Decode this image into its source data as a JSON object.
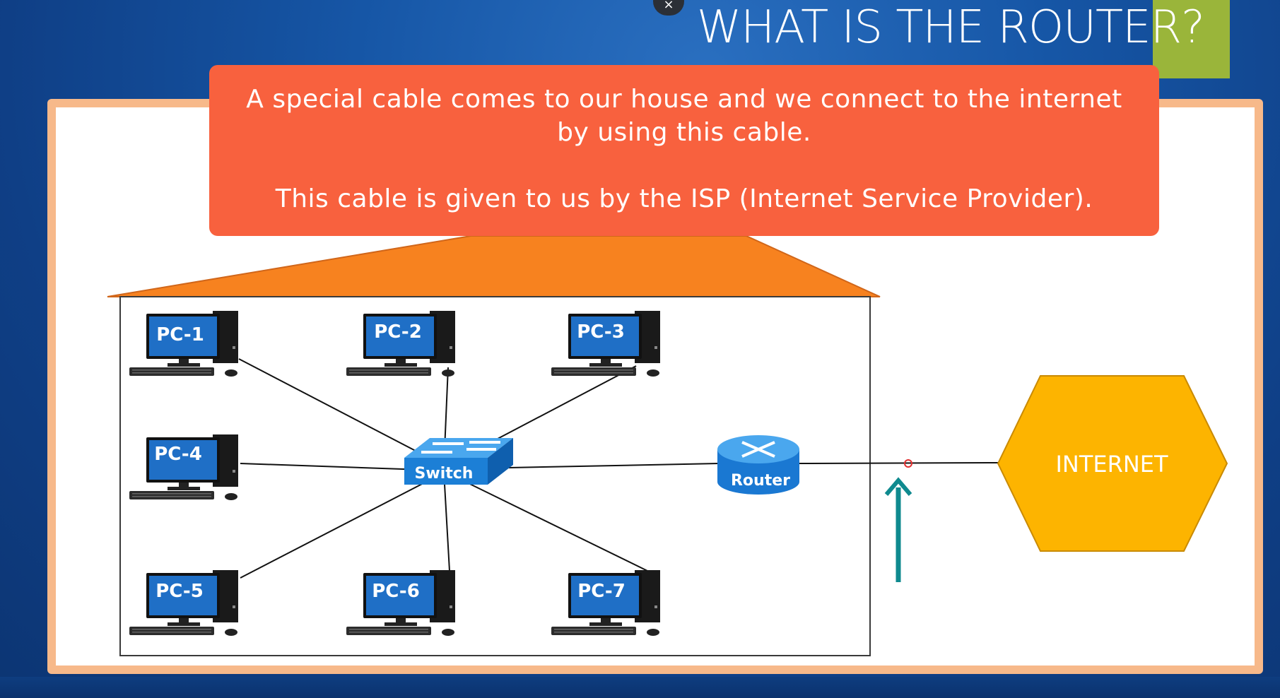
{
  "slide": {
    "title": "WHAT IS THE ROUTER?",
    "close_symbol": "×"
  },
  "callout": {
    "text": "A special cable comes to our house and we connect to the internet\nby using this cable.\n\nThis cable is given to us by the ISP (Internet Service Provider)."
  },
  "diagram": {
    "pcs": [
      {
        "label": "PC-1"
      },
      {
        "label": "PC-2"
      },
      {
        "label": "PC-3"
      },
      {
        "label": "PC-4"
      },
      {
        "label": "PC-5"
      },
      {
        "label": "PC-6"
      },
      {
        "label": "PC-7"
      }
    ],
    "switch_label": "Switch",
    "router_label": "Router",
    "internet_label": "INTERNET"
  },
  "colors": {
    "callout": "#f8613e",
    "roof": "#f7821f",
    "internet": "#fdb400",
    "arrow": "#0f8a8f",
    "frame": "#f7b98a",
    "accent": "#9ab53a",
    "switch": "#1c7fd6"
  },
  "icons": [
    "close-icon",
    "pc-icon",
    "switch-icon",
    "router-icon",
    "arrow-up-icon"
  ]
}
